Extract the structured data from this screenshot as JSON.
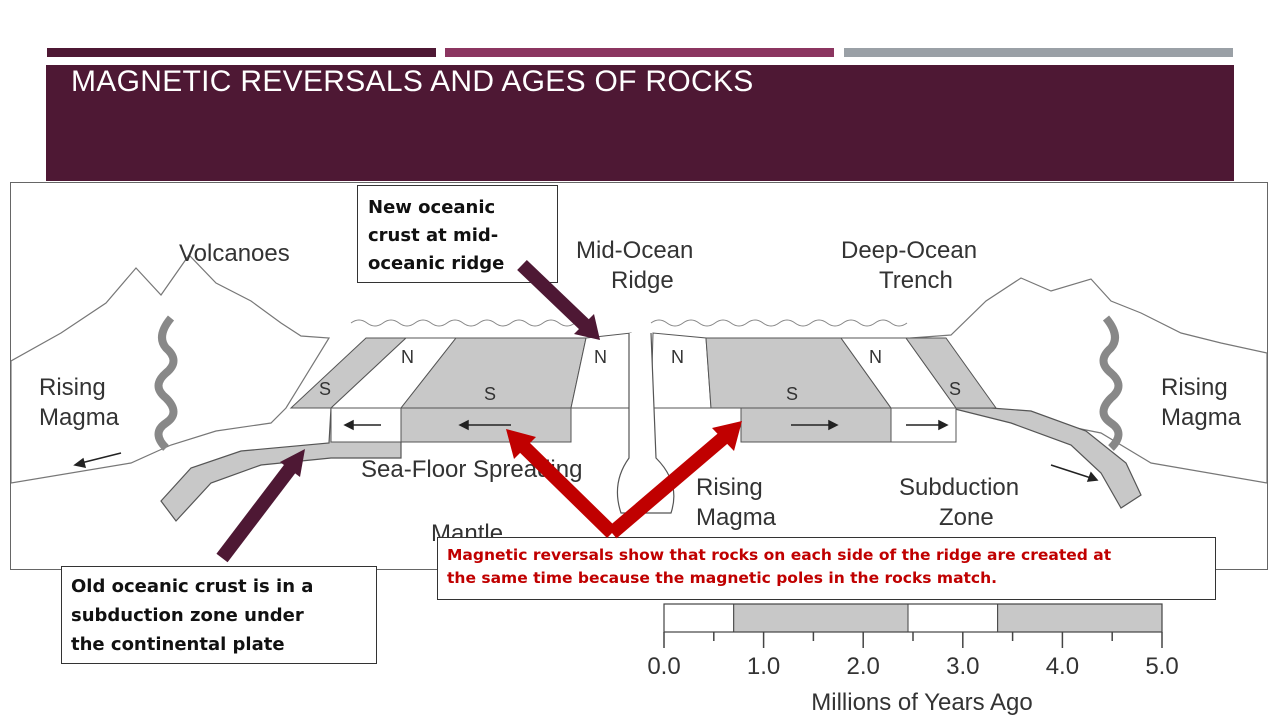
{
  "slide": {
    "title": "MAGNETIC REVERSALS AND AGES OF ROCKS"
  },
  "diagram": {
    "labels": {
      "volcanoes": "Volcanoes",
      "mid_ocean_ridge_1": "Mid-Ocean",
      "mid_ocean_ridge_2": "Ridge",
      "deep_ocean_trench_1": "Deep-Ocean",
      "deep_ocean_trench_2": "Trench",
      "rising_magma_left_1": "Rising",
      "rising_magma_left_2": "Magma",
      "rising_magma_right_1": "Rising",
      "rising_magma_right_2": "Magma",
      "rising_magma_center_1": "Rising",
      "rising_magma_center_2": "Magma",
      "sea_floor_spreading": "Sea-Floor Spreading",
      "mantle": "Mantle",
      "subduction_zone_1": "Subduction",
      "subduction_zone_2": "Zone",
      "pole_n": "N",
      "pole_s": "S"
    }
  },
  "callouts": {
    "new_crust": [
      "New oceanic",
      "crust at mid-",
      "oceanic ridge"
    ],
    "old_crust": [
      "Old oceanic crust is in a",
      "subduction zone under",
      "the continental plate"
    ],
    "reversals": [
      "Magnetic reversals show that rocks on each side of the ridge are created at",
      "the same time because the magnetic poles in the rocks match."
    ]
  },
  "chart_data": {
    "type": "timescale",
    "xlabel": "Millions of Years Ago",
    "xlim": [
      0,
      5
    ],
    "ticks": [
      "0.0",
      "1.0",
      "2.0",
      "3.0",
      "4.0",
      "5.0"
    ],
    "periods": [
      {
        "start": 0.0,
        "end": 0.7,
        "polarity": "normal"
      },
      {
        "start": 0.7,
        "end": 2.45,
        "polarity": "reversed"
      },
      {
        "start": 2.45,
        "end": 3.35,
        "polarity": "normal"
      },
      {
        "start": 3.35,
        "end": 5.0,
        "polarity": "reversed"
      }
    ]
  },
  "colors": {
    "header": "#4e1834",
    "accent": "#8b3560",
    "reversal_arrow": "#c00000",
    "callout_arrow": "#4e1834",
    "reversed_band": "#c8c8c8"
  }
}
